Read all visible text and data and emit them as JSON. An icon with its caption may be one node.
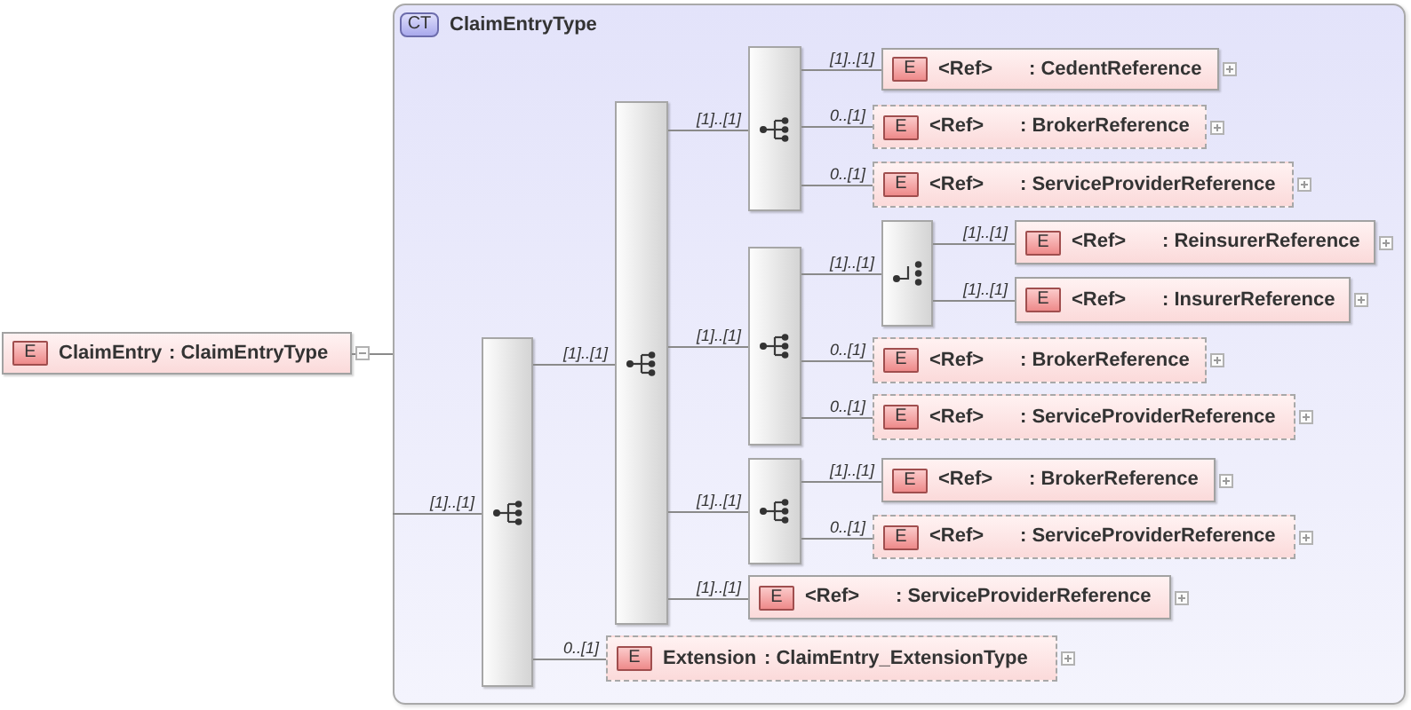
{
  "diagram": {
    "nodes": [
      {
        "text": [
          "E",
          "ClaimEntry",
          ": ClaimEntryType"
        ]
      },
      {
        "text": [
          "CT",
          "ClaimEntryType"
        ]
      },
      {
        "text": [],
        "shape": "box",
        "in": 1
      },
      {
        "text": [],
        "shape": "box",
        "in": 1
      },
      {
        "text": [],
        "shape": "box",
        "in": 1
      },
      {
        "text": [
          "E",
          "<Ref>",
          ": CedentReference"
        ],
        "in": 1
      },
      {
        "text": [
          "E",
          "<Ref>",
          ": BrokerReference"
        ],
        "in": 1
      },
      {
        "text": [
          "E",
          "<Ref>",
          ": ServiceProviderReference"
        ],
        "in": 1
      },
      {
        "text": [],
        "shape": "box",
        "in": 1
      },
      {
        "text": [],
        "shape": "box",
        "in": 1
      },
      {
        "text": [
          "E",
          "<Ref>",
          ": ReinsurerReference"
        ],
        "in": 1
      },
      {
        "text": [
          "E",
          "<Ref>",
          ": InsurerReference"
        ],
        "in": 1
      },
      {
        "text": [
          "E",
          "<Ref>",
          ": BrokerReference"
        ],
        "in": 1
      },
      {
        "text": [
          "E",
          "<Ref>",
          ": ServiceProviderReference"
        ],
        "in": 1
      },
      {
        "text": [],
        "shape": "box",
        "in": 1
      },
      {
        "text": [
          "E",
          "<Ref>",
          ": BrokerReference"
        ],
        "in": 1
      },
      {
        "text": [
          "E",
          "<Ref>",
          ": ServiceProviderReference"
        ],
        "in": 1
      },
      {
        "text": [
          "E",
          "<Ref>",
          ": ServiceProviderReference"
        ],
        "in": 1
      },
      {
        "text": [
          "E",
          "Extension",
          ": ClaimEntry_ExtensionType"
        ],
        "in": 1
      }
    ],
    "edges": [
      {
        "from": 0,
        "to": 1,
        "arrow": "none"
      },
      {
        "from": 1,
        "to": 2,
        "arrow": "none",
        "label": "[1]..[1]"
      },
      {
        "from": 2,
        "to": 3,
        "arrow": "none",
        "label": "[1]..[1]"
      },
      {
        "from": 2,
        "to": 18,
        "arrow": "none",
        "label": "0..[1]"
      },
      {
        "from": 3,
        "to": 4,
        "arrow": "none",
        "label": "[1]..[1]"
      },
      {
        "from": 3,
        "to": 8,
        "arrow": "none",
        "label": "[1]..[1]"
      },
      {
        "from": 3,
        "to": 14,
        "arrow": "none",
        "label": "[1]..[1]"
      },
      {
        "from": 3,
        "to": 17,
        "arrow": "none",
        "label": "[1]..[1]"
      },
      {
        "from": 4,
        "to": 5,
        "arrow": "none",
        "label": "[1]..[1]"
      },
      {
        "from": 4,
        "to": 6,
        "arrow": "none",
        "label": "0..[1]"
      },
      {
        "from": 4,
        "to": 7,
        "arrow": "none",
        "label": "0..[1]"
      },
      {
        "from": 8,
        "to": 9,
        "arrow": "none",
        "label": "[1]..[1]"
      },
      {
        "from": 8,
        "to": 12,
        "arrow": "none",
        "label": "0..[1]"
      },
      {
        "from": 8,
        "to": 13,
        "arrow": "none",
        "label": "0..[1]"
      },
      {
        "from": 9,
        "to": 10,
        "arrow": "none",
        "label": "[1]..[1]"
      },
      {
        "from": 9,
        "to": 11,
        "arrow": "none",
        "label": "[1]..[1]"
      },
      {
        "from": 14,
        "to": 15,
        "arrow": "none",
        "label": "[1]..[1]"
      },
      {
        "from": 14,
        "to": 16,
        "arrow": "none",
        "label": "0..[1]"
      }
    ]
  }
}
